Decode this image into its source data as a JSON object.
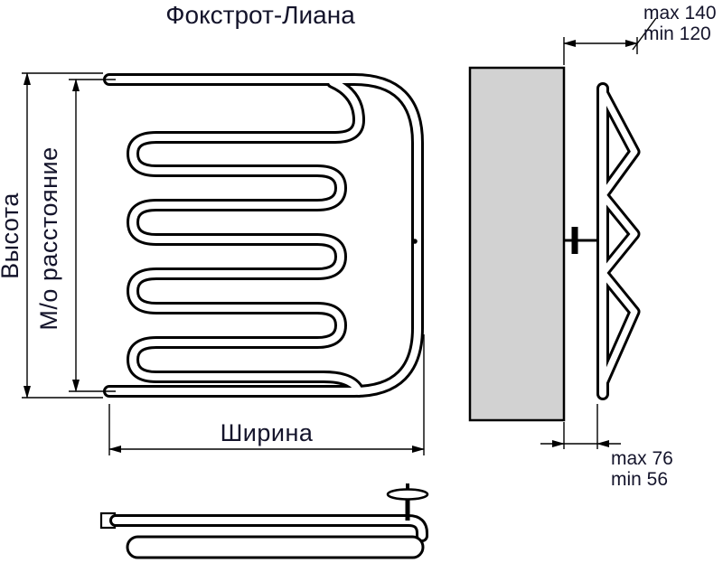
{
  "title": "Фокстрот-Лиана",
  "front_view": {
    "height_label": "Высота",
    "center_distance_label": "М/о расстояние",
    "width_label": "Ширина"
  },
  "side_view": {
    "wall_offset_max": "max 140",
    "wall_offset_min": "min 120",
    "depth_max": "max 76",
    "depth_min": "min 56"
  },
  "colors": {
    "line": "#000000",
    "text": "#14142b",
    "wall_fill": "#d2d2d2"
  }
}
